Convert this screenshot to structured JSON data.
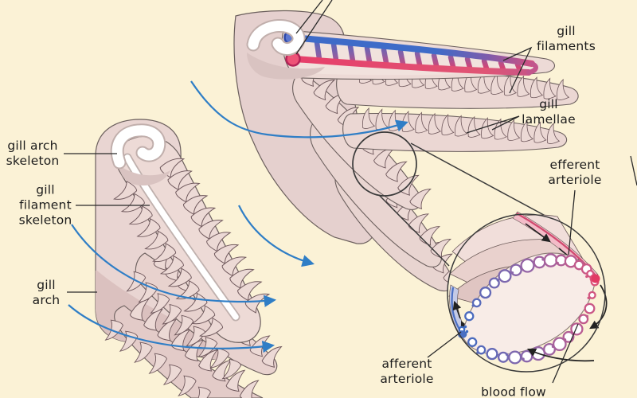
{
  "figure": {
    "subject": "Fish gill anatomy diagram with magnified lamella inset",
    "background": "#FBF2D6"
  },
  "labels": {
    "gill_arch_skeleton": "gill arch\nskeleton",
    "gill_filament_skeleton": "gill\nfilament\nskeleton",
    "gill_arch": "gill\narch",
    "gill_filaments": "gill\nfilaments",
    "gill_lamellae": "gill\nlamellae",
    "efferent_arteriole": "efferent\narteriole",
    "afferent_arteriole": "afferent\narteriole",
    "blood_flow": "blood flow"
  },
  "colors": {
    "background": "#FBF2D6",
    "tissue_light": "#EDDAD6",
    "tissue_mid": "#E5D0CE",
    "tissue_shadow": "#D9C3C1",
    "skeleton_white": "#FFFFFF",
    "vessel_blue": "#3E6BC8",
    "vessel_red": "#E73E69",
    "water_arrow_blue": "#2F7EC6",
    "outline": "#6B5F5D",
    "label_text": "#1B1B1B",
    "annotation_line": "#2A2A2A"
  }
}
